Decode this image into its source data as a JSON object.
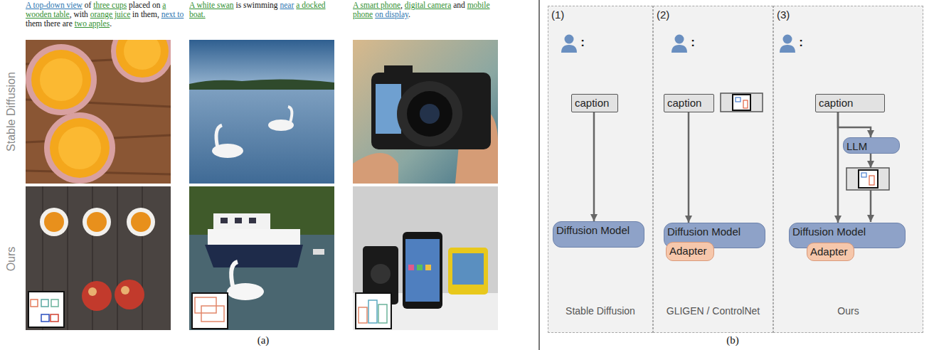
{
  "diagram": {
    "nodes": [
      {
        "text": [
          "(1)",
          "Stable Diffusion"
        ]
      },
      {
        "text": [
          "caption"
        ],
        "in": 0
      },
      {
        "text": [
          "Diffusion Model"
        ],
        "in": 0
      },
      {
        "text": [
          "(2)",
          "GLIGEN / ControlNet"
        ]
      },
      {
        "text": [
          "caption"
        ],
        "in": 3
      },
      {
        "text": [
          "Diffusion Model"
        ],
        "in": 3
      },
      {
        "text": [
          "Adapter"
        ],
        "in": 3
      },
      {
        "text": [
          "(3)",
          "Ours"
        ]
      },
      {
        "text": [
          "caption"
        ],
        "in": 7
      },
      {
        "text": [
          "LLM"
        ],
        "in": 7
      },
      {
        "text": [
          "Diffusion Model"
        ],
        "in": 7
      },
      {
        "text": [
          "Adapter"
        ],
        "in": 7
      }
    ],
    "edges": [
      {
        "from": 1,
        "to": 2,
        "arrow": "to"
      },
      {
        "from": 4,
        "to": 5,
        "arrow": "to"
      },
      {
        "from": 8,
        "to": 10,
        "arrow": "to"
      },
      {
        "from": 8,
        "to": 9,
        "arrow": "to"
      }
    ],
    "labels": [
      "A top-down view",
      " of ",
      "three cups",
      " placed on ",
      "a wooden table",
      ", with ",
      "orange juice",
      " in them, ",
      "next to",
      " them there are ",
      "two apples",
      ".",
      "A white swan",
      " is swimming ",
      "near",
      "a docked boat.",
      "A smart phone",
      ", ",
      "digital camera",
      " and ",
      "mobile phone",
      "on display",
      ".",
      "Stable Diffusion",
      "Ours",
      "(a)",
      ":",
      ":",
      ":",
      "(b)"
    ]
  }
}
